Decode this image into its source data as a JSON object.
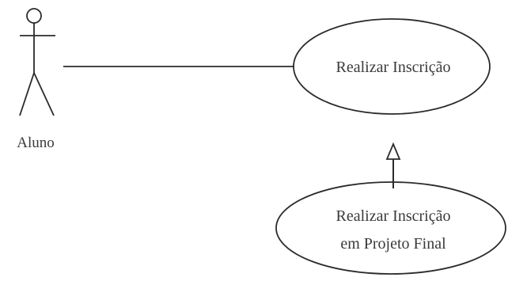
{
  "diagram": {
    "actor": {
      "name": "Aluno"
    },
    "use_cases": [
      {
        "lines": [
          "Realizar Inscrição"
        ]
      },
      {
        "lines": [
          "Realizar Inscrição",
          "em Projeto Final"
        ]
      }
    ],
    "relationships": [
      {
        "type": "association",
        "from": "Aluno",
        "to": "Realizar Inscrição"
      },
      {
        "type": "generalization",
        "from": "Realizar Inscrição em Projeto Final",
        "to": "Realizar Inscrição"
      }
    ],
    "colors": {
      "line": "#2b2b2b",
      "text": "#3a3a3a",
      "background": "#ffffff"
    }
  }
}
